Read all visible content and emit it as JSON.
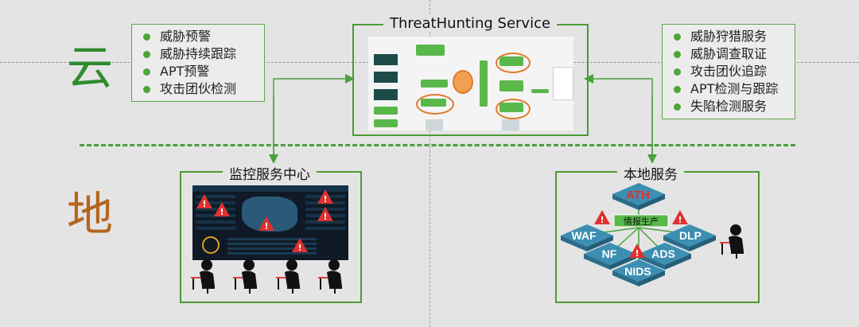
{
  "cloud_label": "云",
  "local_label": "地",
  "cloud_services_left": [
    "威胁预警",
    "威胁持续跟踪",
    "APT预警",
    "攻击团伙检测"
  ],
  "cloud_services_right": [
    "威胁狩猎服务",
    "威胁调查取证",
    "攻击团伙追踪",
    "APT检测与跟踪",
    "失陷检测服务"
  ],
  "threathunting": {
    "title": "ThreatHunting Service"
  },
  "monitor_center": {
    "title": "监控服务中心"
  },
  "local_service": {
    "title": "本地服务",
    "nodes": [
      "ATH",
      "WAF",
      "DLP",
      "NF",
      "ADS",
      "NIDS"
    ],
    "intel_label": "情报生产"
  },
  "colors": {
    "frame_green": "#4c9a36",
    "bullet_green": "#4ba636",
    "cloud_char": "#2e8b2e",
    "local_char": "#b5651d",
    "warning": "#e03030",
    "node_blue": "#3c8fb2",
    "ath_red": "#e03030"
  }
}
